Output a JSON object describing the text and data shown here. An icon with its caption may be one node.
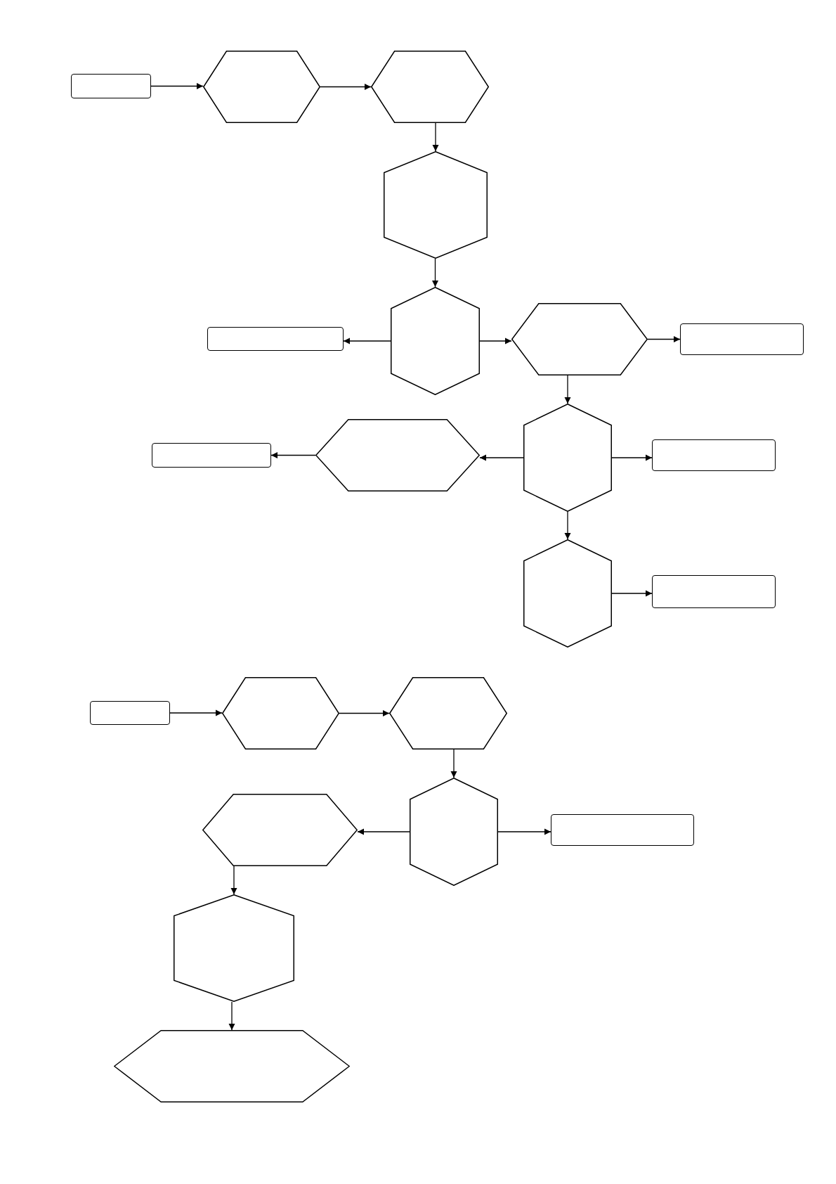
{
  "diagram": {
    "nodes": [
      {
        "text": [],
        "shape": "box"
      },
      {
        "text": [],
        "shape": "hexagon"
      },
      {
        "text": [],
        "shape": "hexagon"
      },
      {
        "text": [],
        "shape": "hexagon"
      },
      {
        "text": [],
        "shape": "hexagon"
      },
      {
        "text": [],
        "shape": "box"
      },
      {
        "text": [],
        "shape": "hexagon"
      },
      {
        "text": [],
        "shape": "box"
      },
      {
        "text": [],
        "shape": "hexagon"
      },
      {
        "text": [],
        "shape": "hexagon"
      },
      {
        "text": [],
        "shape": "box"
      },
      {
        "text": [],
        "shape": "box"
      },
      {
        "text": [],
        "shape": "hexagon"
      },
      {
        "text": [],
        "shape": "box"
      },
      {
        "text": [],
        "shape": "box"
      },
      {
        "text": [],
        "shape": "hexagon"
      },
      {
        "text": [],
        "shape": "hexagon"
      },
      {
        "text": [],
        "shape": "hexagon"
      },
      {
        "text": [],
        "shape": "hexagon"
      },
      {
        "text": [],
        "shape": "box"
      },
      {
        "text": [],
        "shape": "hexagon"
      },
      {
        "text": [],
        "shape": "hexagon"
      }
    ],
    "edges": [
      {
        "from": 0,
        "to": 1,
        "arrow": "to"
      },
      {
        "from": 1,
        "to": 2,
        "arrow": "to"
      },
      {
        "from": 2,
        "to": 3,
        "arrow": "to"
      },
      {
        "from": 3,
        "to": 4,
        "arrow": "to"
      },
      {
        "from": 4,
        "to": 5,
        "arrow": "to"
      },
      {
        "from": 4,
        "to": 6,
        "arrow": "to"
      },
      {
        "from": 6,
        "to": 7,
        "arrow": "to"
      },
      {
        "from": 6,
        "to": 8,
        "arrow": "to"
      },
      {
        "from": 8,
        "to": 9,
        "arrow": "to"
      },
      {
        "from": 9,
        "to": 10,
        "arrow": "to"
      },
      {
        "from": 8,
        "to": 11,
        "arrow": "to"
      },
      {
        "from": 8,
        "to": 12,
        "arrow": "to"
      },
      {
        "from": 12,
        "to": 13,
        "arrow": "to"
      },
      {
        "from": 14,
        "to": 15,
        "arrow": "to"
      },
      {
        "from": 15,
        "to": 16,
        "arrow": "to"
      },
      {
        "from": 16,
        "to": 17,
        "arrow": "to"
      },
      {
        "from": 17,
        "to": 18,
        "arrow": "to"
      },
      {
        "from": 17,
        "to": 19,
        "arrow": "to"
      },
      {
        "from": 18,
        "to": 20,
        "arrow": "to"
      },
      {
        "from": 20,
        "to": 21,
        "arrow": "to"
      }
    ]
  }
}
